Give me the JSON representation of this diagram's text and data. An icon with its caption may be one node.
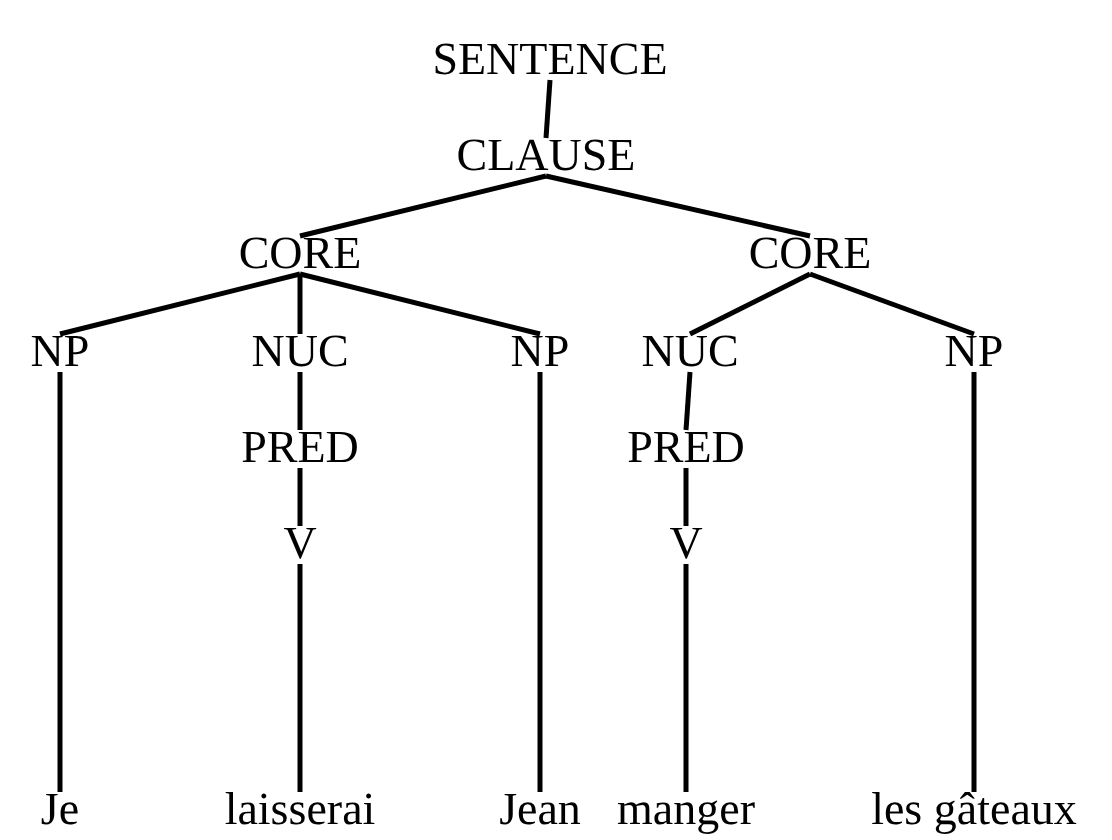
{
  "diagram": {
    "nodes": [
      {
        "text": [
          "SENTENCE"
        ]
      },
      {
        "text": [
          "CLAUSE"
        ]
      },
      {
        "text": [
          "CORE"
        ]
      },
      {
        "text": [
          "CORE"
        ]
      },
      {
        "text": [
          "NP"
        ]
      },
      {
        "text": [
          "NUC"
        ]
      },
      {
        "text": [
          "NP"
        ]
      },
      {
        "text": [
          "NUC"
        ]
      },
      {
        "text": [
          "NP"
        ]
      },
      {
        "text": [
          "PRED"
        ]
      },
      {
        "text": [
          "V"
        ]
      },
      {
        "text": [
          "PRED"
        ]
      },
      {
        "text": [
          "V"
        ]
      },
      {
        "text": [
          "Je"
        ]
      },
      {
        "text": [
          "laisserai"
        ]
      },
      {
        "text": [
          "Jean"
        ]
      },
      {
        "text": [
          "manger"
        ]
      },
      {
        "text": [
          "les gâteaux"
        ]
      }
    ],
    "edges": [
      {
        "from": 0,
        "to": 1,
        "arrow": "none"
      },
      {
        "from": 1,
        "to": 2,
        "arrow": "none"
      },
      {
        "from": 1,
        "to": 3,
        "arrow": "none"
      },
      {
        "from": 2,
        "to": 4,
        "arrow": "none"
      },
      {
        "from": 2,
        "to": 5,
        "arrow": "none"
      },
      {
        "from": 2,
        "to": 6,
        "arrow": "none"
      },
      {
        "from": 3,
        "to": 7,
        "arrow": "none"
      },
      {
        "from": 3,
        "to": 8,
        "arrow": "none"
      },
      {
        "from": 5,
        "to": 9,
        "arrow": "none"
      },
      {
        "from": 9,
        "to": 10,
        "arrow": "none"
      },
      {
        "from": 7,
        "to": 11,
        "arrow": "none"
      },
      {
        "from": 11,
        "to": 12,
        "arrow": "none"
      },
      {
        "from": 4,
        "to": 13,
        "arrow": "none"
      },
      {
        "from": 10,
        "to": 14,
        "arrow": "none"
      },
      {
        "from": 6,
        "to": 15,
        "arrow": "none"
      },
      {
        "from": 12,
        "to": 16,
        "arrow": "none"
      },
      {
        "from": 8,
        "to": 17,
        "arrow": "none"
      }
    ]
  }
}
